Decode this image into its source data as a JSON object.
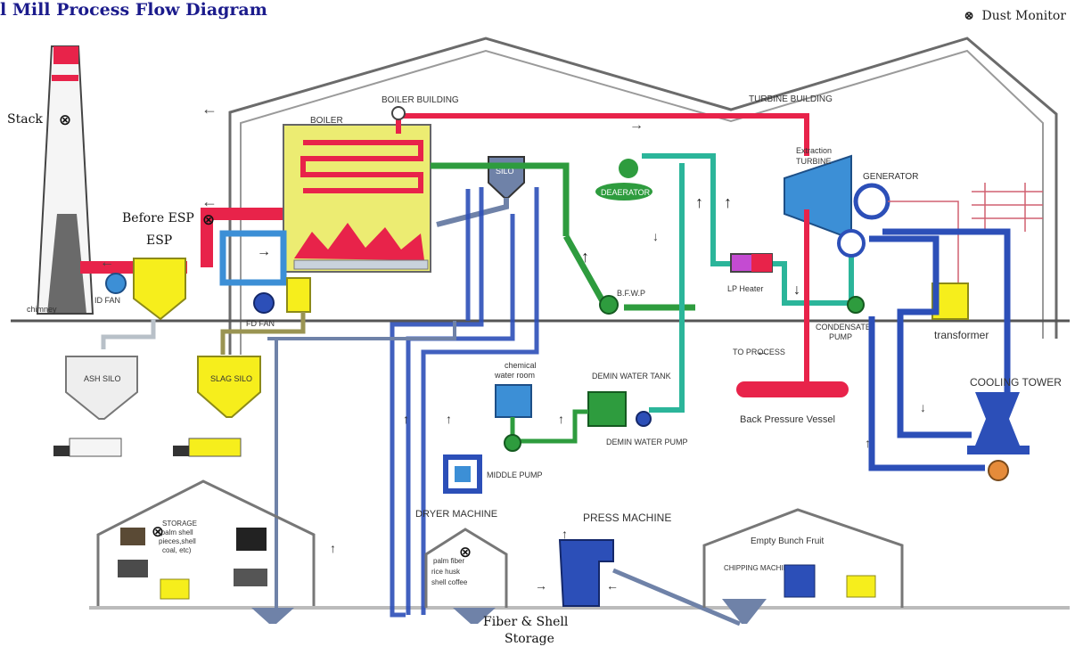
{
  "title": "l Mill Process Flow Diagram",
  "legend": {
    "marker_symbol": "⊗",
    "label": "Dust Monitor"
  },
  "annotations": {
    "stack": "Stack",
    "before_esp": "Before ESP",
    "esp": "ESP",
    "fiber_storage_line1": "Fiber & Shell",
    "fiber_storage_line2": "Storage"
  },
  "diagram_labels": {
    "boiler_building": "BOILER BUILDING",
    "turbine_building": "TURBINE BUILDING",
    "boiler": "BOILER",
    "silo": "SILO",
    "deaerator": "DEAERATOR",
    "extraction_turbine_1": "Extraction",
    "extraction_turbine_2": "TURBINE",
    "generator": "GENERATOR",
    "bfwp": "B.F.W.P",
    "lp_heater": "LP Heater",
    "condensate_pump_1": "CONDENSATE",
    "condensate_pump_2": "PUMP",
    "transformer": "transformer",
    "id_fan": "ID FAN",
    "fd_fan": "FD FAN",
    "chimney": "chimney",
    "ash_silo": "ASH SILO",
    "slag_silo": "SLAG SILO",
    "chemical_water_room_1": "chemical",
    "chemical_water_room_2": "water room",
    "demin_water_tank": "DEMIN WATER TANK",
    "demin_water_pump": "DEMIN WATER PUMP",
    "to_process": "TO PROCESS",
    "back_pressure_vessel": "Back Pressure Vessel",
    "cooling_tower": "COOLING TOWER",
    "middle_pump": "MIDDLE PUMP",
    "dryer_machine": "DRYER MACHINE",
    "press_machine": "PRESS MACHINE",
    "storage_1": "STORAGE",
    "storage_2": "(palm shell",
    "storage_3": "pieces,shell",
    "storage_4": "coal, etc)",
    "fiber_shelter_1": "palm fiber",
    "fiber_shelter_2": "rice    husk",
    "fiber_shelter_3": "shell  coffee",
    "empty_bunch_fruit": "Empty Bunch Fruit",
    "chipping_machine": "CHIPPING MACHINE"
  },
  "colors": {
    "steam_red": "#e8234a",
    "water_green": "#2e9c3e",
    "water_teal": "#2bb59a",
    "cooling_blue": "#2c4fb8",
    "air_blue": "#3c8fd6",
    "fuel_steel": "#6f82a8",
    "boiler_yellow": "#ecec72",
    "equipment_yellow": "#f6ee1c"
  }
}
